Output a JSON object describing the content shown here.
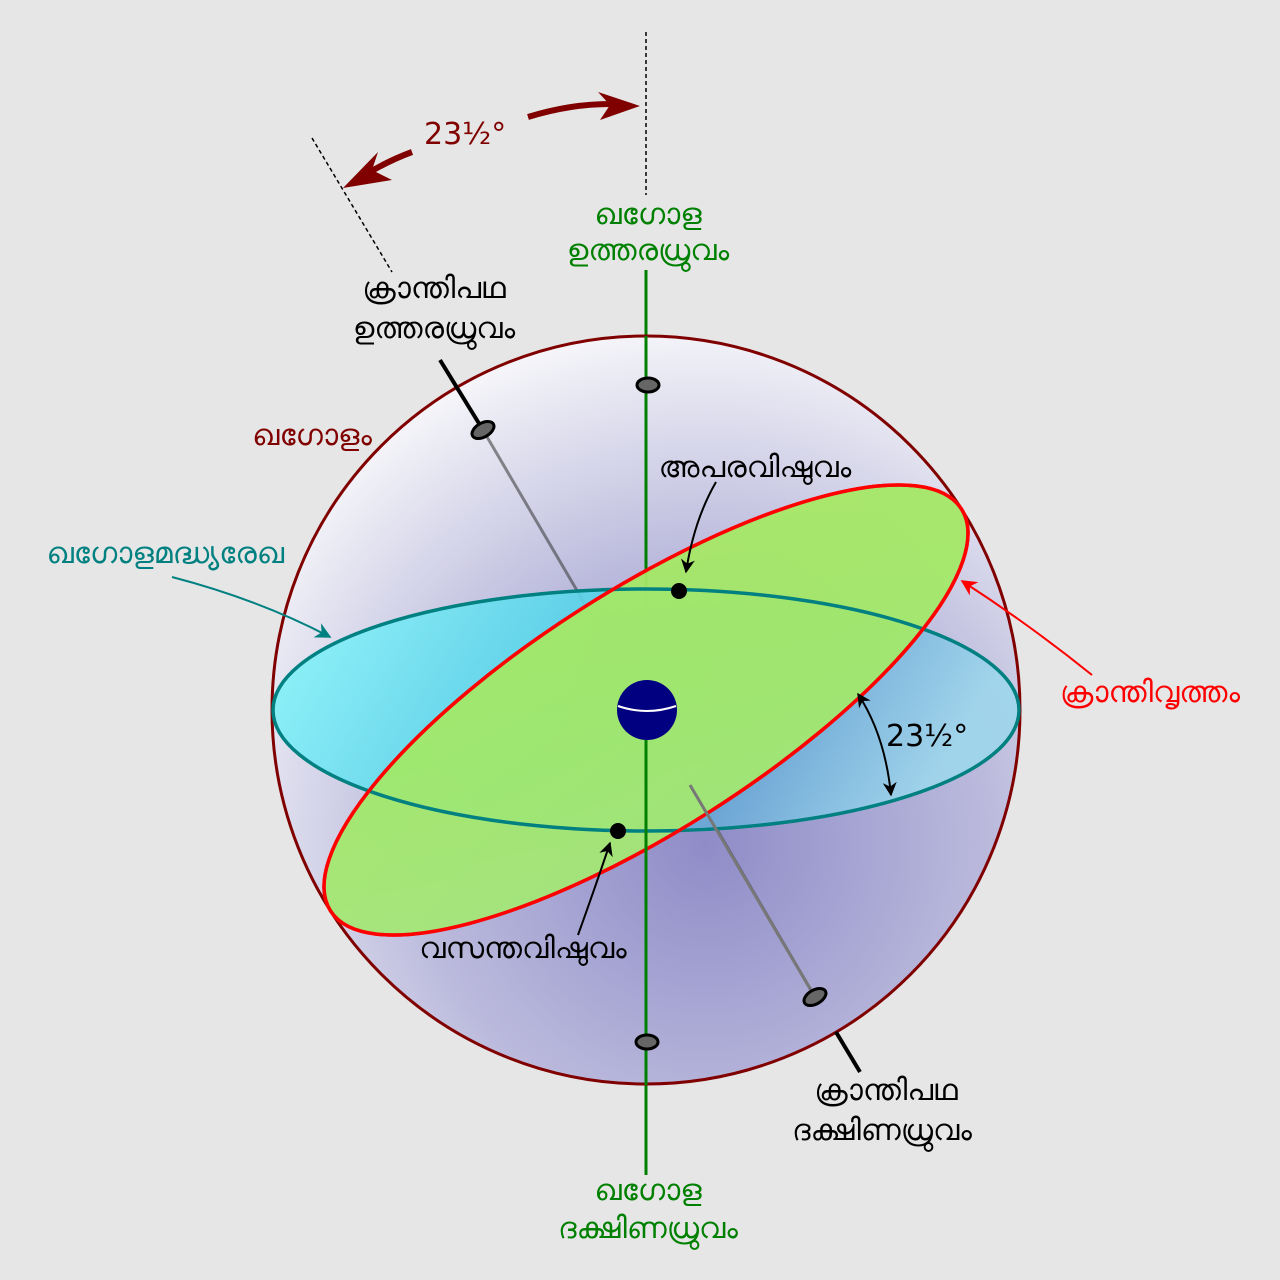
{
  "labels": {
    "celestial_sphere": "ഖഗോളം",
    "celestial_equator": "ഖഗോളമദ്ധ്യരേഖ",
    "celestial_north_pole": [
      "ഖഗോള",
      "ഉത്തരധ്രുവം"
    ],
    "celestial_south_pole": [
      "ഖഗോള",
      "ദക്ഷിണധ്രുവം"
    ],
    "ecliptic_north_pole": [
      "ക്രാന്തിപഥ",
      "ഉത്തരധ്രുവം"
    ],
    "ecliptic_south_pole": [
      "ക്രാന്തിപഥ",
      "ദക്ഷിണധ്രുവം"
    ],
    "ecliptic": "ക്രാന്തിവൃത്തം",
    "autumnal_equinox": "അപരവിഷുവം",
    "vernal_equinox": "വസന്തവിഷുവം",
    "tilt_top": "23½°",
    "tilt_inner": "23½°"
  },
  "colors": {
    "background": "#e6e6e6",
    "sphere_outline": "#800000",
    "celestial_axis": "#008000",
    "equator_fill": "#5fd6ec",
    "equator_outline": "#008080",
    "ecliptic_fill": "#f4f42a",
    "ecliptic_outline": "#ff0000",
    "earth": "#000080",
    "dark_red_arrow": "#800000",
    "black": "#000000"
  }
}
